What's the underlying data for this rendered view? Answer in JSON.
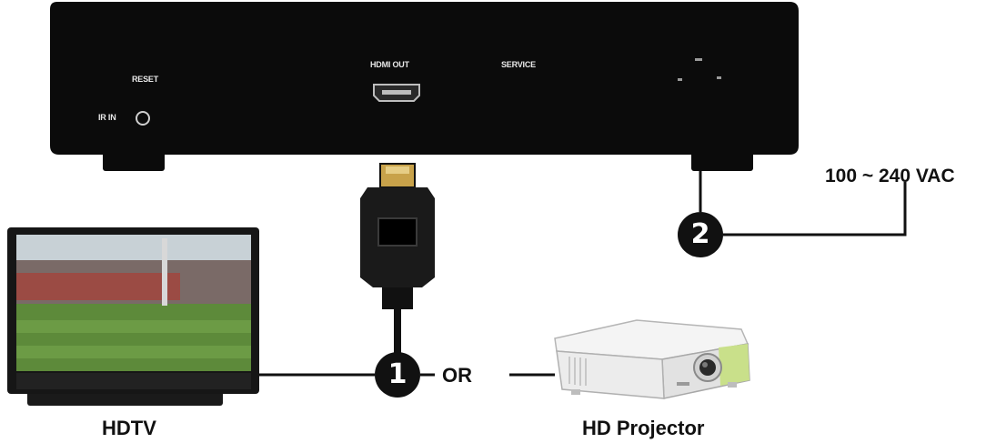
{
  "panel": {
    "reset_label": "RESET",
    "ir_label": "IR IN",
    "hdmi_label": "HDMI OUT",
    "service_label": "SERVICE"
  },
  "labels": {
    "power": "100 ~ 240 VAC",
    "or": "OR",
    "hdtv": "HDTV",
    "projector": "HD Projector"
  },
  "steps": {
    "one": "1",
    "two": "2"
  },
  "colors": {
    "device_body": "#0b0b0b",
    "line": "#111111",
    "hdmi_gold": "#c8a24a",
    "projector_body": "#ececec",
    "projector_accent": "#c9e08a"
  }
}
